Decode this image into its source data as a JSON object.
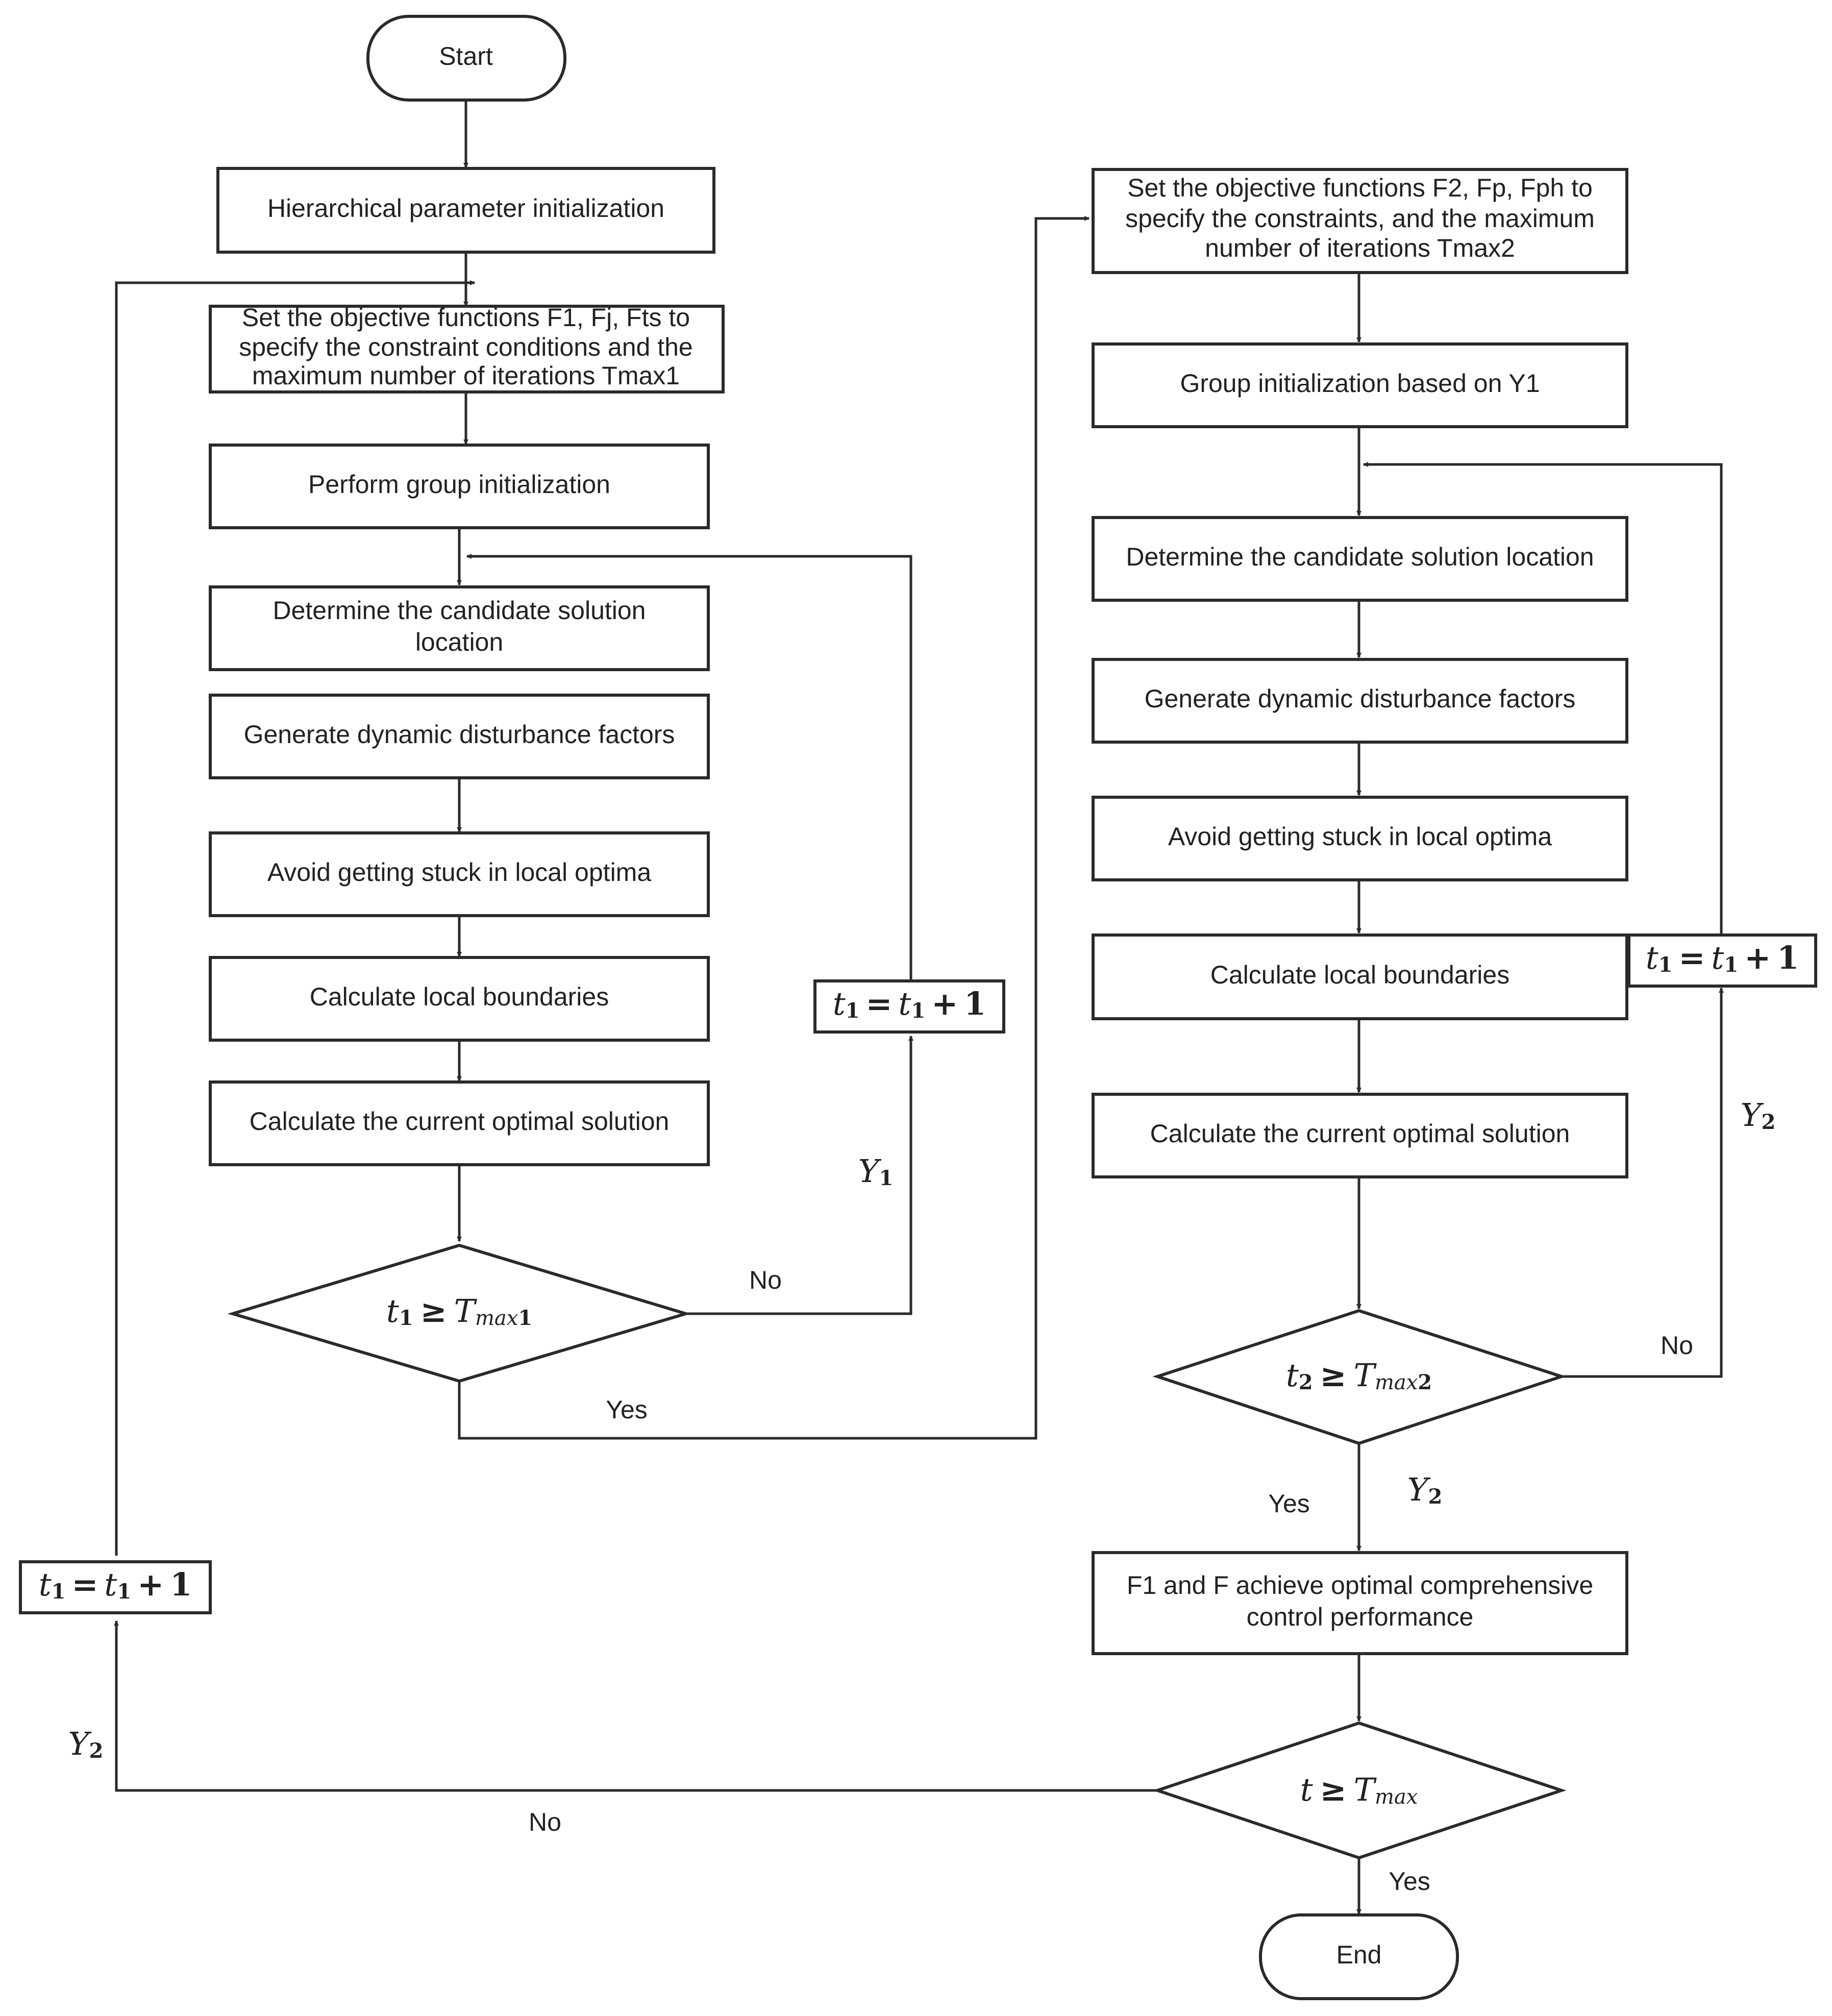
{
  "left_column": {
    "start": "Start",
    "param_init": "Hierarchical parameter initialization",
    "objective_1": [
      "Set the objective functions F1, Fj, Fts to",
      "specify the constraint conditions and the",
      "maximum number of iterations Tmax1"
    ],
    "group_init": "Perform group initialization",
    "candidate": [
      "Determine the candidate solution",
      "location"
    ],
    "disturbance": "Generate dynamic disturbance factors",
    "avoid": "Avoid getting stuck in local optima",
    "boundaries": "Calculate local boundaries",
    "optimal": "Calculate the current optimal solution",
    "decision": {
      "var": "t",
      "var_sub": "1",
      "op": "≥",
      "limit": "T",
      "limit_sub": "max",
      "limit_sub_bold": "1"
    },
    "no_label": "No",
    "yes_label": "Yes",
    "y_label": {
      "var": "Y",
      "sub": "1"
    },
    "increment": {
      "lhs": "t",
      "lhs_sub": "1",
      "eq": "=",
      "rhs": "t",
      "rhs_sub": "1",
      "plus": "+",
      "one": "1"
    }
  },
  "right_column": {
    "objective_2": [
      "Set the objective functions F2, Fp, Fph to",
      "specify the constraints, and the maximum",
      "number of iterations Tmax2"
    ],
    "group_init": "Group initialization based on Y1",
    "candidate": "Determine the candidate solution location",
    "disturbance": "Generate dynamic disturbance factors",
    "avoid": "Avoid getting stuck in local optima",
    "boundaries": "Calculate local boundaries",
    "optimal": "Calculate the current optimal solution",
    "decision": {
      "var": "t",
      "var_sub": "2",
      "op": "≥",
      "limit": "T",
      "limit_sub": "max",
      "limit_sub_bold": "2"
    },
    "no_label": "No",
    "yes_label": "Yes",
    "y_label_loop": {
      "var": "Y",
      "sub": "2"
    },
    "y_label_down": {
      "var": "Y",
      "sub": "2"
    },
    "increment": {
      "lhs": "t",
      "lhs_sub": "1",
      "eq": "=",
      "rhs": "t",
      "rhs_sub": "1",
      "plus": "+",
      "one": "1"
    },
    "achieve": [
      "F1 and F achieve optimal comprehensive",
      "control performance"
    ],
    "final_decision": {
      "var": "t",
      "op": "≥",
      "limit": "T",
      "limit_sub": "max"
    },
    "final_no_label": "No",
    "final_yes_label": "Yes",
    "end": "End"
  },
  "outer_loop": {
    "y_label": {
      "var": "Y",
      "sub": "2"
    },
    "increment": {
      "lhs": "t",
      "lhs_sub": "1",
      "eq": "=",
      "rhs": "t",
      "rhs_sub": "1",
      "plus": "+",
      "one": "1"
    }
  },
  "colors": {
    "stroke": "#2a2a2a",
    "text": "#222222",
    "background": "#ffffff"
  }
}
